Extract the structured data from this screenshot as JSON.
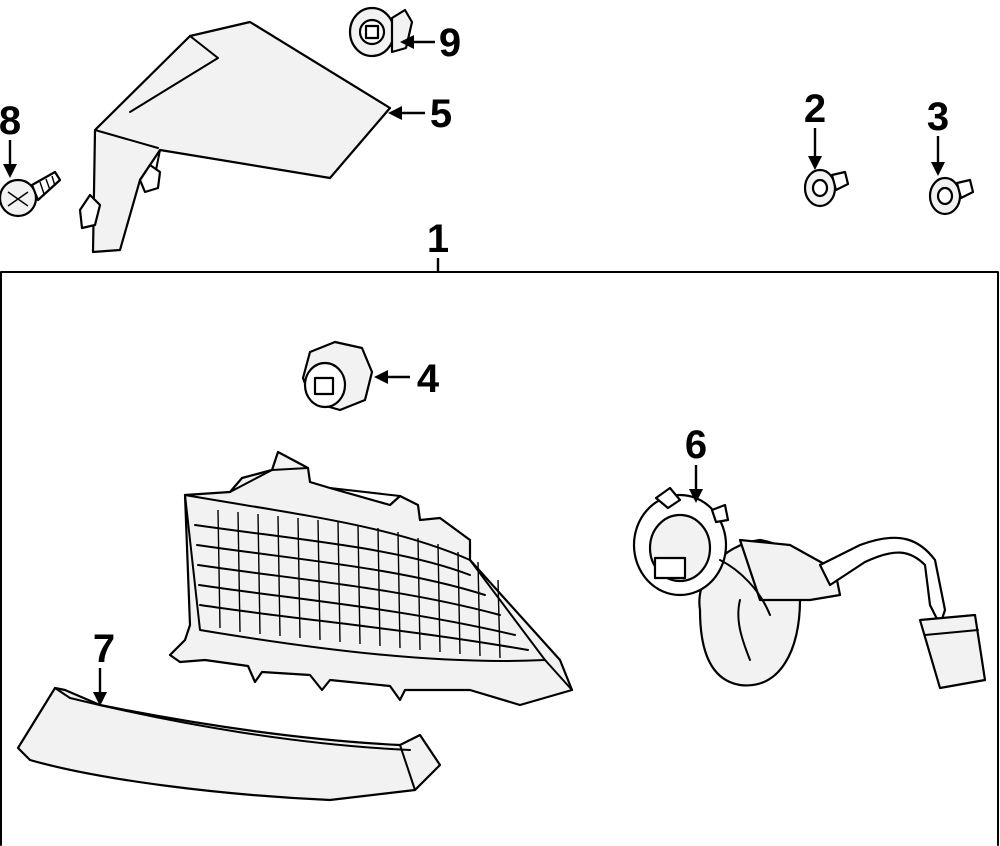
{
  "diagram": {
    "type": "exploded-parts-diagram",
    "callouts": {
      "c1": "1",
      "c2": "2",
      "c3": "3",
      "c4": "4",
      "c5": "5",
      "c6": "6",
      "c7": "7",
      "c8": "8",
      "c9": "9"
    },
    "parts": [
      {
        "ref": "1",
        "icon": "assembly-box-icon"
      },
      {
        "ref": "2",
        "icon": "push-clip-icon"
      },
      {
        "ref": "3",
        "icon": "push-clip-icon"
      },
      {
        "ref": "4",
        "icon": "grommet-nut-icon"
      },
      {
        "ref": "5",
        "icon": "bracket-cover-icon"
      },
      {
        "ref": "6",
        "icon": "bulb-socket-harness-icon"
      },
      {
        "ref": "7",
        "icon": "trim-molding-icon"
      },
      {
        "ref": "8",
        "icon": "screw-icon"
      },
      {
        "ref": "9",
        "icon": "grommet-nut-icon"
      }
    ]
  }
}
